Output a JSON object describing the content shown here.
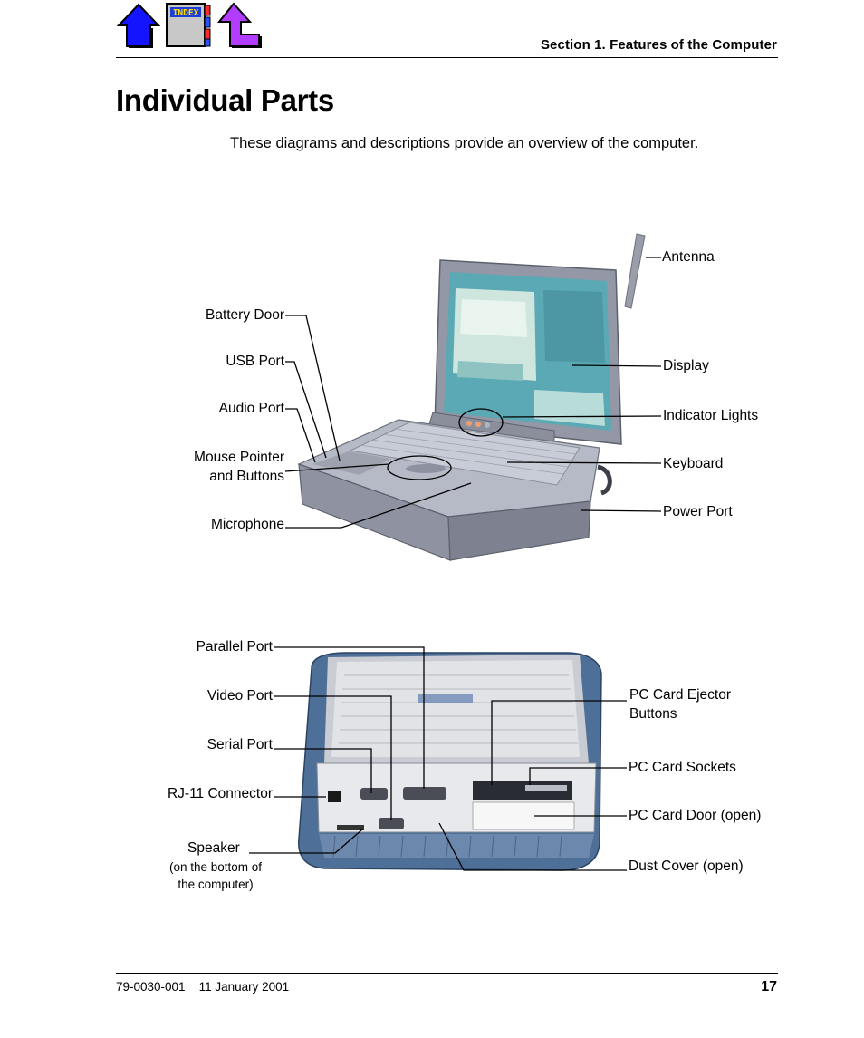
{
  "nav": {
    "index_label": "INDEX"
  },
  "header": {
    "section": "Section 1.  Features of the Computer"
  },
  "page_title": "Individual Parts",
  "intro": "These diagrams and descriptions provide an overview of the computer.",
  "diagram_top": {
    "labels": {
      "antenna": "Antenna",
      "battery_door": "Battery Door",
      "usb_port": "USB  Port",
      "audio_port": "Audio Port",
      "mouse_pointer_line1": "Mouse  Pointer",
      "mouse_pointer_line2": "and  Buttons",
      "microphone": "Microphone",
      "display": "Display",
      "indicator_lights": "Indicator  Lights",
      "keyboard": "Keyboard",
      "power_port": "Power Port"
    }
  },
  "diagram_bottom": {
    "labels": {
      "parallel_port": "Parallel  Port",
      "video_port": "Video  Port",
      "serial_port": "Serial  Port",
      "rj11_connector": "RJ-11  Connector",
      "speaker": "Speaker",
      "speaker_note_line1": "(on the bottom of",
      "speaker_note_line2": "the  computer)",
      "pc_card_ejector_line1": "PC Card  Ejector",
      "pc_card_ejector_line2": "Buttons",
      "pc_card_sockets": "PC Card Sockets",
      "pc_card_door": "PC Card Door (open)",
      "dust_cover": "Dust Cover (open)"
    }
  },
  "footer": {
    "doc_id": "79-0030-001    11 January 2001",
    "page_number": "17"
  },
  "colors": {
    "home_icon": "#1414ff",
    "back_icon": "#b23cff",
    "index_panel": "#c8c8c8",
    "laptop_body": "#a3a7b6",
    "screen": "#5aa9b5"
  }
}
